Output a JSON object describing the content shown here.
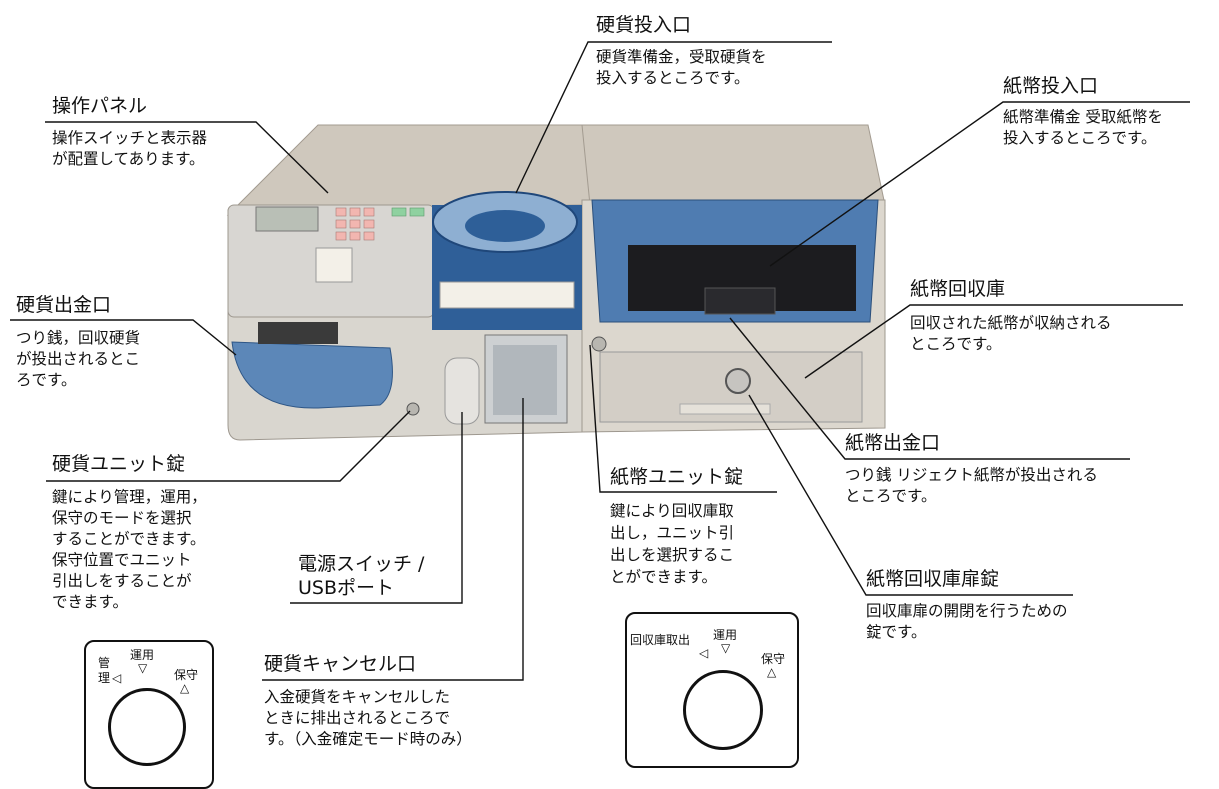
{
  "callouts": {
    "coin_inlet": {
      "title": "硬貨投入口",
      "desc": "硬貨準備金，受取硬貨を\n投入するところです。"
    },
    "note_inlet": {
      "title": "紙幣投入口",
      "desc": "紙幣準備金 受取紙幣を\n投入するところです。"
    },
    "operation_panel": {
      "title": "操作パネル",
      "desc": "操作スイッチと表示器\nが配置してあります。"
    },
    "coin_outlet": {
      "title": "硬貨出金口",
      "desc": "つり銭，回収硬貨\nが投出されるとこ\nろです。"
    },
    "note_storage": {
      "title": "紙幣回収庫",
      "desc": "回収された紙幣が収納される\nところです。"
    },
    "note_outlet": {
      "title": "紙幣出金口",
      "desc": "つり銭 リジェクト紙幣が投出される\nところです。"
    },
    "coin_unit_lock": {
      "title": "硬貨ユニット錠",
      "desc": "鍵により管理，運用，\n保守のモードを選択\nすることができます。\n保守位置でユニット\n引出しをすることが\nできます。"
    },
    "power_switch": {
      "title": "電源スイッチ /\nUSBポート"
    },
    "note_unit_lock": {
      "title": "紙幣ユニット錠",
      "desc": "鍵により回収庫取\n出し，ユニット引\n出しを選択するこ\nとができます。"
    },
    "note_storage_lock": {
      "title": "紙幣回収庫扉錠",
      "desc": "回収庫扉の開閉を行うための\n錠です。"
    },
    "coin_cancel": {
      "title": "硬貨キャンセル口",
      "desc": "入金硬貨をキャンセルした\nときに排出されるところで\nす。（入金確定モード時のみ）"
    }
  },
  "coin_key_dial": {
    "pos1": "管\n理",
    "pos2": "運用",
    "pos3": "保守"
  },
  "note_key_dial": {
    "pos1": "回収庫取出",
    "pos2": "運用",
    "pos3": "保守"
  }
}
